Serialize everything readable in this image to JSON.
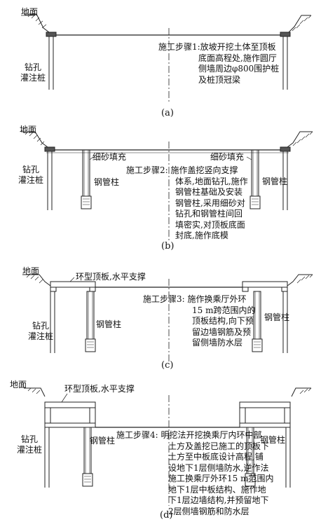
{
  "panel_a": {
    "ground": "地面",
    "pile_1": "钻孔",
    "pile_2": "灌注桩",
    "step": [
      "施工步骤1:放坡开挖土体至顶板",
      "底面高程处,施作圆厅",
      "侧墙周边φ800围护桩",
      "及桩顶冠梁"
    ],
    "caption": "(a)"
  },
  "panel_b": {
    "ground": "地面",
    "sand_left": "细砂填充",
    "sand_right": "细砂填充",
    "pile_1": "钻孔",
    "pile_2": "灌注桩",
    "steel_left": "钢管柱",
    "steel_right": "钢管柱",
    "step": [
      "施工步骤2: 施作盖挖竖向支撑",
      "体系,地面钻孔,施作",
      "钢管柱基础及安装",
      "钢管柱,采用细砂对",
      "钻孔和钢管柱间回",
      "填密实,对顶板底面",
      "封底,施作底模"
    ],
    "caption": "(b)"
  },
  "panel_c": {
    "ground": "地面",
    "roof": "环型顶板,水平支撑",
    "pile_1": "钻孔",
    "pile_2": "灌注桩",
    "steel_left": "钢管柱",
    "steel_right": "钢管柱",
    "step": [
      "施工步骤3: 施作换乘厅外环",
      "15 m跨范围内的",
      "顶板结构,向下预",
      "留边墙钢筋及预",
      "留侧墙防水层"
    ],
    "caption": "(c)"
  },
  "panel_d": {
    "ground": "地面",
    "roof": "环型顶板,水平支撑",
    "pile_1": "钻孔",
    "pile_2": "灌注桩",
    "steel_left": "钢管柱",
    "steel_right": "钢管柱",
    "step": [
      "施工步骤4: 明挖法开挖换乘厅内环中部",
      "土方及盖挖已施工的顶板下",
      "土方至中板底设计高程,铺",
      "设地下1层侧墙防水,逆作法",
      "施工换乘厅外环15 m范围内",
      "地下1层中板结构、施作地",
      "下1层边墙结构,并预留地下",
      "2层侧墙钢筋和防水层"
    ],
    "caption": "(d)"
  }
}
